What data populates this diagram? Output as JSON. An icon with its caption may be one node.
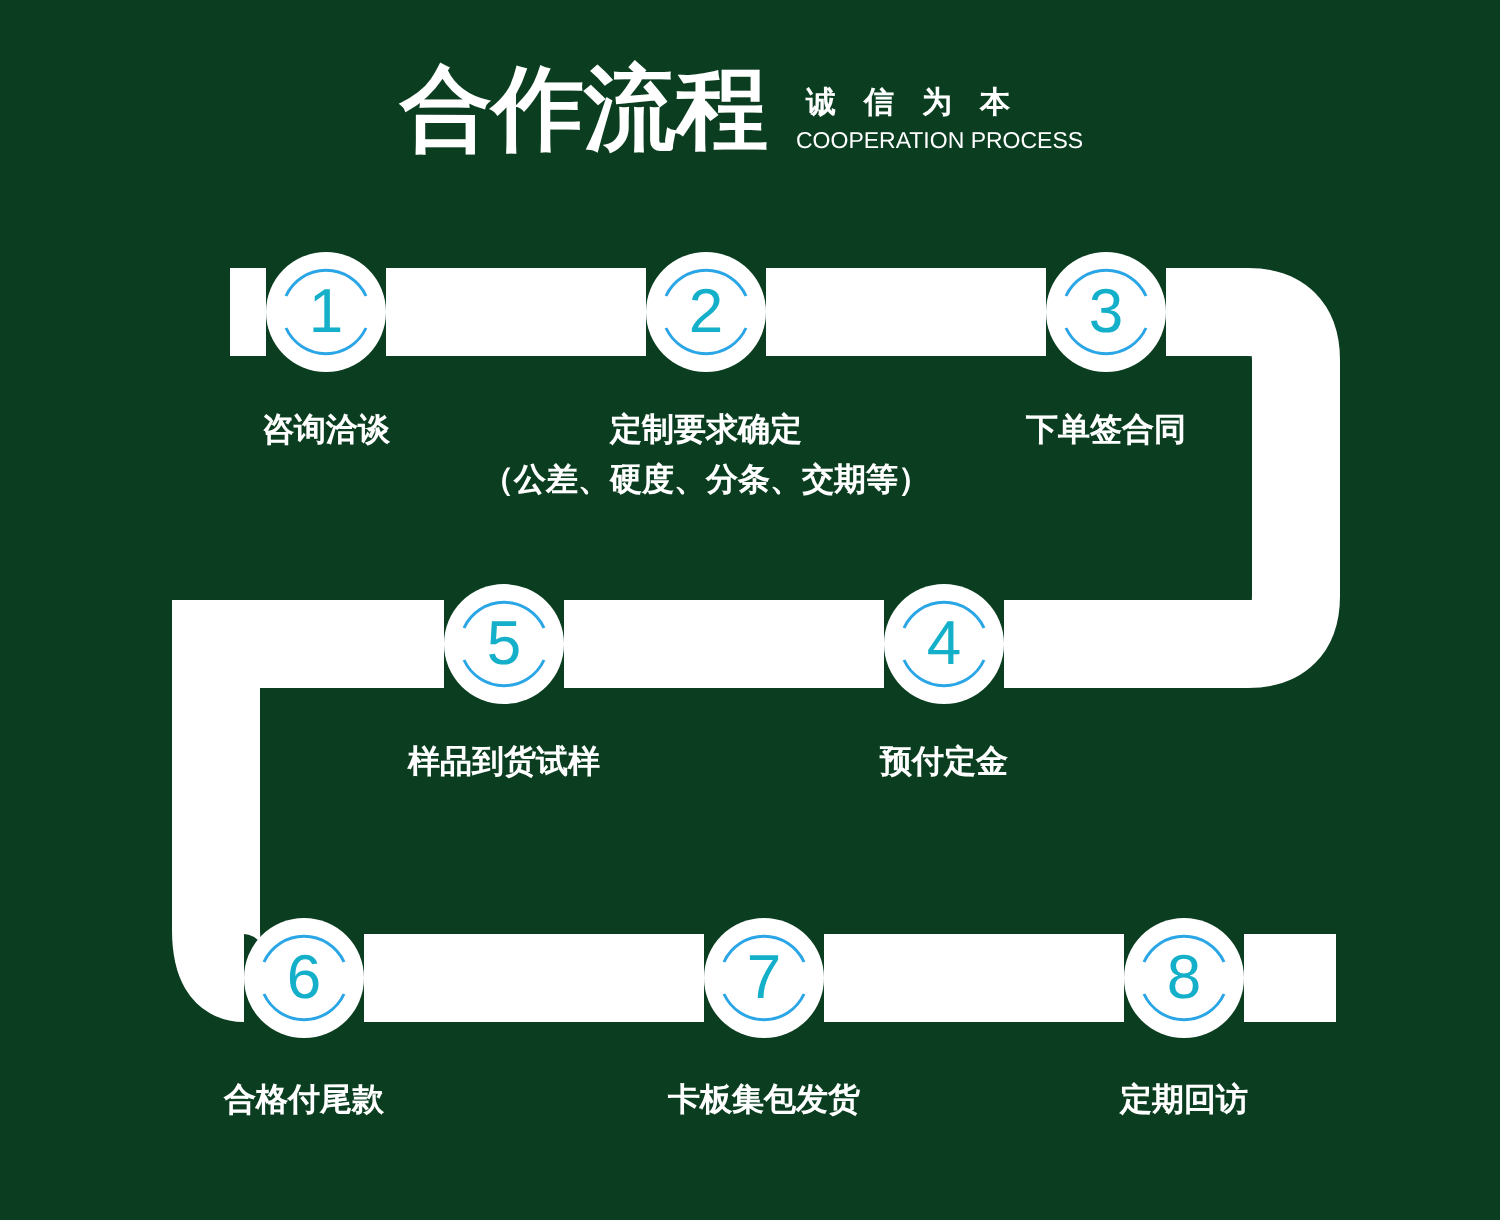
{
  "diagram": {
    "title": "合作流程",
    "labels": [
      "诚信为本",
      "COOPERATION PROCESS"
    ],
    "nodes": [
      {
        "text": [
          "1"
        ],
        "beside": [
          "咨询洽谈"
        ]
      },
      {
        "text": [
          "2"
        ],
        "beside": [
          "定制要求确定",
          "（公差、硬度、分条、交期等）"
        ]
      },
      {
        "text": [
          "3"
        ],
        "beside": [
          "下单签合同"
        ]
      },
      {
        "text": [
          "4"
        ],
        "beside": [
          "预付定金"
        ]
      },
      {
        "text": [
          "5"
        ],
        "beside": [
          "样品到货试样"
        ]
      },
      {
        "text": [
          "6"
        ],
        "beside": [
          "合格付尾款"
        ]
      },
      {
        "text": [
          "7"
        ],
        "beside": [
          "卡板集包发货"
        ]
      },
      {
        "text": [
          "8"
        ],
        "beside": [
          "定期回访"
        ]
      }
    ],
    "edges": [
      {
        "from": 0,
        "to": 1,
        "arrow": "none"
      },
      {
        "from": 1,
        "to": 2,
        "arrow": "none"
      },
      {
        "from": 2,
        "to": 3,
        "arrow": "none"
      },
      {
        "from": 3,
        "to": 4,
        "arrow": "none"
      },
      {
        "from": 4,
        "to": 5,
        "arrow": "none"
      },
      {
        "from": 5,
        "to": 6,
        "arrow": "none"
      },
      {
        "from": 6,
        "to": 7,
        "arrow": "none"
      }
    ]
  }
}
